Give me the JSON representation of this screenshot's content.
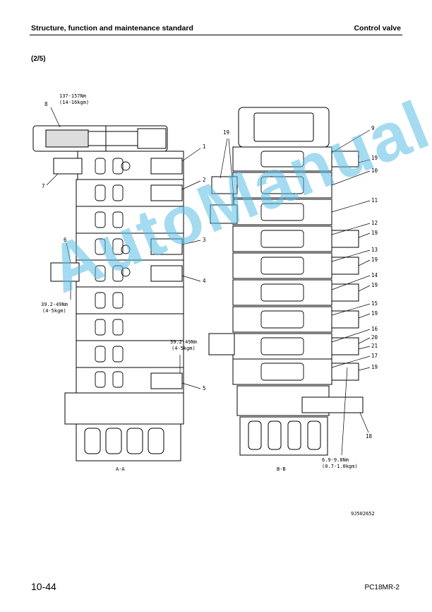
{
  "header": {
    "left_title": "Structure, function and maintenance standard",
    "right_title": "Control valve"
  },
  "page_ref": "(2/5)",
  "figure": {
    "torque_top": "137-157Nm",
    "torque_top_kgm": "(14-16kgm)",
    "torque_left": "39.2-49Nm",
    "torque_left_kgm": "(4-5kgm)",
    "torque_mid": "39.2-49Nm",
    "torque_mid_kgm": "(4-5kgm)",
    "torque_bottom": "6.9-9.8Nm",
    "torque_bottom_kgm": "(0.7-1.0kgm)",
    "view_a": "A-A",
    "view_b": "B-B",
    "left_callouts": [
      "8",
      "1",
      "7",
      "2",
      "6",
      "3",
      "4",
      "5"
    ],
    "right_callouts": [
      "19",
      "9",
      "19",
      "10",
      "11",
      "12",
      "19",
      "13",
      "19",
      "14",
      "19",
      "15",
      "19",
      "16",
      "20",
      "21",
      "17",
      "19",
      "18"
    ],
    "code": "9J502652"
  },
  "watermark": "AutoManual",
  "footer": {
    "page_number": "10-44",
    "model": "PC18MR-2"
  }
}
